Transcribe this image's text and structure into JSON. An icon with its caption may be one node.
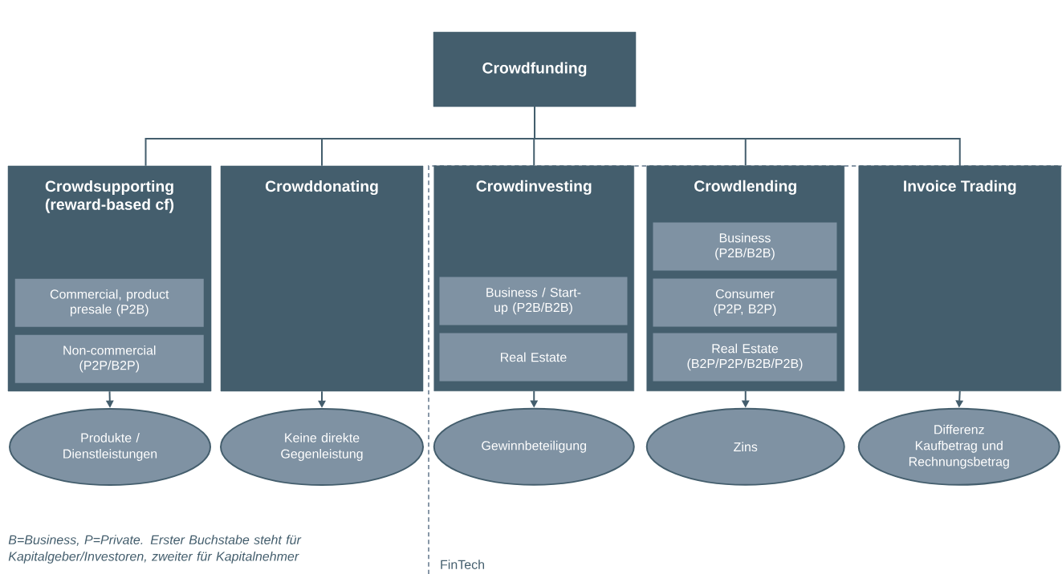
{
  "diagram": {
    "nodes": [
      {
        "text": [
          "Crowdfunding"
        ]
      },
      {
        "text": [
          "Crowdsupporting (reward-based cf)"
        ]
      },
      {
        "text": [
          "Commercial, product presale (P2B)"
        ],
        "in": 1
      },
      {
        "text": [
          "Non-commercial (P2P/B2P)"
        ],
        "in": 1
      },
      {
        "text": [
          "Crowddonating"
        ]
      },
      {
        "text": [
          "FinTech"
        ]
      },
      {
        "text": [
          "Crowdinvesting"
        ],
        "in": 5
      },
      {
        "text": [
          "Business / Start-up (P2B/B2B)"
        ],
        "in": 6
      },
      {
        "text": [
          "Real Estate"
        ],
        "in": 6
      },
      {
        "text": [
          "Crowdlending"
        ],
        "in": 5
      },
      {
        "text": [
          "Business (P2B/B2B)"
        ],
        "in": 9
      },
      {
        "text": [
          "Consumer (P2P, B2P)"
        ],
        "in": 9
      },
      {
        "text": [
          "Real Estate (B2P/P2P/B2B/P2B)"
        ],
        "in": 9
      },
      {
        "text": [
          "Invoice Trading"
        ],
        "in": 5
      },
      {
        "text": [
          "Produkte / Dienstleistungen"
        ]
      },
      {
        "text": [
          "Keine direkte Gegenleistung"
        ]
      },
      {
        "text": [
          "Gewinnbeteiligung"
        ],
        "in": 5
      },
      {
        "text": [
          "Zins"
        ],
        "in": 5
      },
      {
        "text": [
          "Differenz Kaufbetrag und Rechnungsbetrag"
        ],
        "in": 5
      }
    ],
    "edges": [
      {
        "from": 0,
        "to": 1,
        "arrow": "none"
      },
      {
        "from": 0,
        "to": 4,
        "arrow": "none"
      },
      {
        "from": 0,
        "to": 6,
        "arrow": "none"
      },
      {
        "from": 0,
        "to": 9,
        "arrow": "none"
      },
      {
        "from": 0,
        "to": 13,
        "arrow": "none"
      },
      {
        "from": 1,
        "to": 14,
        "arrow": "to"
      },
      {
        "from": 4,
        "to": 15,
        "arrow": "to"
      },
      {
        "from": 6,
        "to": 16,
        "arrow": "to"
      },
      {
        "from": 9,
        "to": 17,
        "arrow": "to"
      },
      {
        "from": 13,
        "to": 18,
        "arrow": "to"
      }
    ],
    "labels": [
      "B=Business, P=Private. Erster Buchstabe steht für Kapitalgeber/Investoren, zweiter für Kapitalnehmer"
    ]
  }
}
